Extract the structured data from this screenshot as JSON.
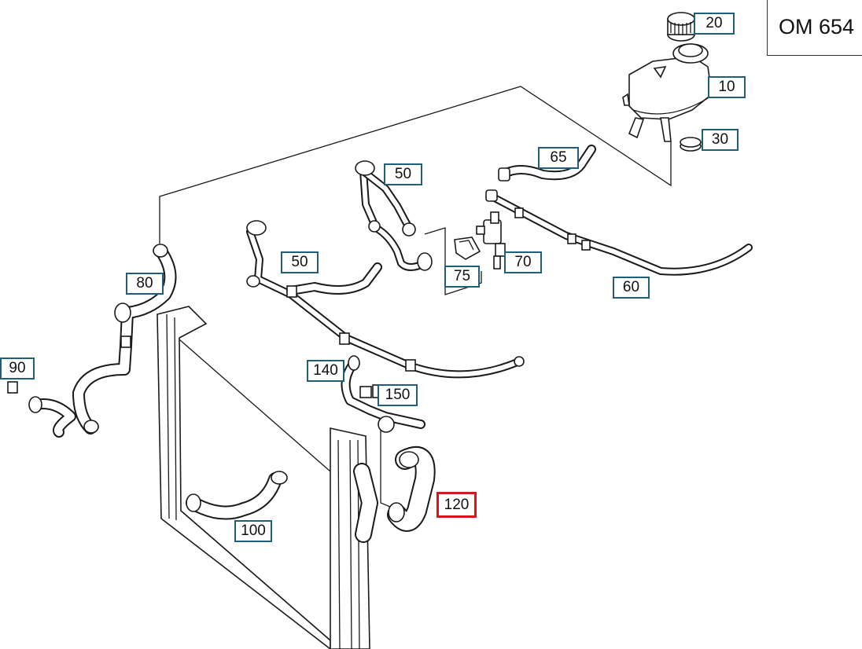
{
  "engine_code": "OM 654",
  "highlight_color": "#d0191b",
  "label_color": "#1f5f7a",
  "callouts": [
    {
      "id": "20",
      "text": "20"
    },
    {
      "id": "10",
      "text": "10"
    },
    {
      "id": "30",
      "text": "30"
    },
    {
      "id": "65",
      "text": "65"
    },
    {
      "id": "50a",
      "text": "50"
    },
    {
      "id": "50b",
      "text": "50"
    },
    {
      "id": "70",
      "text": "70"
    },
    {
      "id": "75",
      "text": "75"
    },
    {
      "id": "60",
      "text": "60"
    },
    {
      "id": "80",
      "text": "80"
    },
    {
      "id": "90",
      "text": "90"
    },
    {
      "id": "140",
      "text": "140"
    },
    {
      "id": "150",
      "text": "150"
    },
    {
      "id": "120",
      "text": "120",
      "highlighted": true
    },
    {
      "id": "100",
      "text": "100"
    }
  ]
}
